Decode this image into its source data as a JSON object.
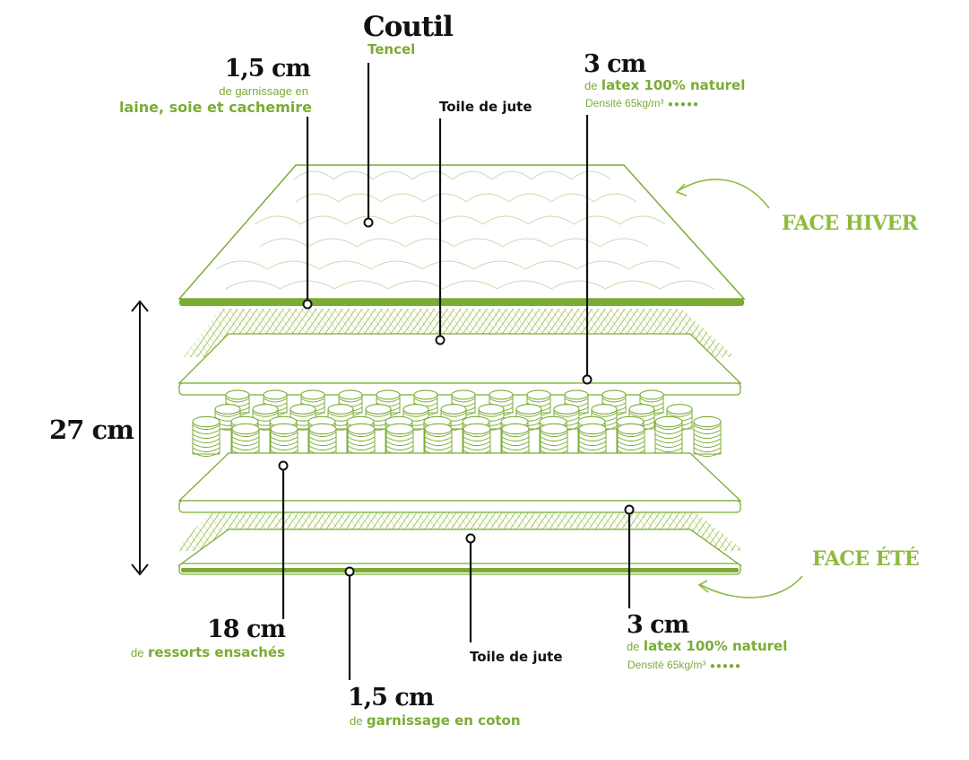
{
  "title": "Coutil",
  "title_sub": "Tencel",
  "height_label": "27 cm",
  "face_winter": "FACE HIVER",
  "face_summer": "FACE ÉTÉ",
  "top_left_layer": {
    "size": "1,5 cm",
    "prefix": "de garnissage en",
    "material": "laine, soie et cachemire"
  },
  "top_jute": "Toile de jute",
  "top_latex": {
    "size": "3 cm",
    "prefix": "de",
    "material": "latex  100% naturel",
    "density": "Densité 65kg/m³",
    "dots": "●●●●●"
  },
  "springs": {
    "size": "18 cm",
    "prefix": "de",
    "material": "ressorts ensachés"
  },
  "bottom_cotton": {
    "size": "1,5 cm",
    "prefix": "de",
    "material": "garnissage en coton"
  },
  "bottom_jute": "Toile de jute",
  "bottom_latex": {
    "size": "3 cm",
    "prefix": "de",
    "material": "latex 100% naturel",
    "density": "Densité 65kg/m³",
    "dots": "●●●●●"
  },
  "colors": {
    "green": "#7aac34",
    "green_dark": "#6a9a2a",
    "line": "#111111"
  }
}
